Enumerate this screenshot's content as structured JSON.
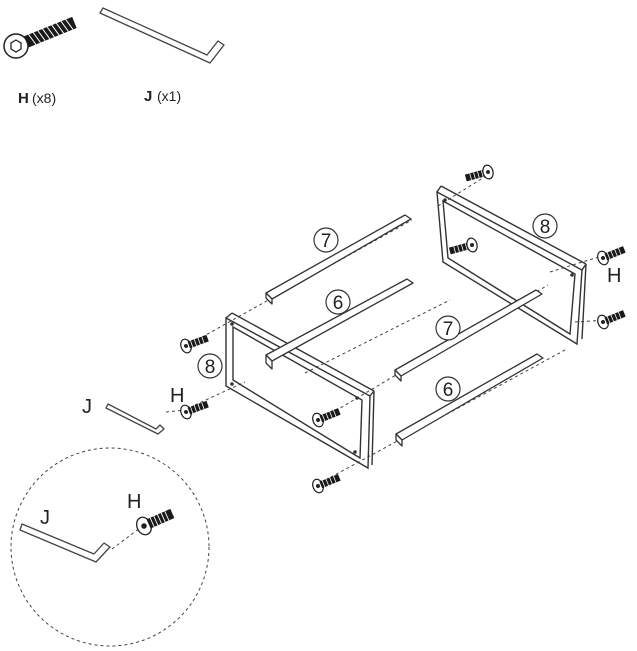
{
  "parts": [
    {
      "letter": "H",
      "qty": "(x8)",
      "icon": "bolt-icon"
    },
    {
      "letter": "J",
      "qty": "(x1)",
      "icon": "allen-key-icon"
    }
  ],
  "callouts": {
    "bolt": "H",
    "key": "J"
  },
  "part_numbers": {
    "long_bar_a": "7",
    "long_bar_b": "7",
    "short_bar_a": "6",
    "short_bar_b": "6",
    "end_frame_left": "8",
    "end_frame_right": "8"
  },
  "colors": {
    "line": "#333333",
    "bolt_thread": "#1a1a1a",
    "background": "#ffffff"
  }
}
